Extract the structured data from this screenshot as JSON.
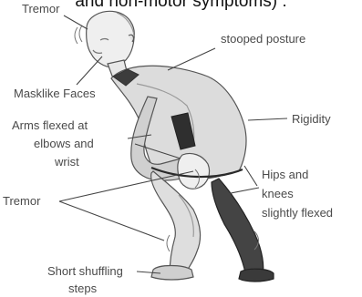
{
  "caption": "and non-motor symptoms)  :",
  "labels": {
    "tremor_head": "Tremor",
    "stooped_posture": "stooped posture",
    "masklike_faces": "Masklike Faces",
    "arms_line1": "Arms flexed at",
    "arms_line2": "elbows and",
    "arms_line3": "wrist",
    "rigidity": "Rigidity",
    "hips_line1": "Hips and",
    "hips_line2": "knees",
    "hips_line3": "slightly flexed",
    "tremor_limbs": "Tremor",
    "steps_line1": "Short shuffling",
    "steps_line2": "steps"
  }
}
